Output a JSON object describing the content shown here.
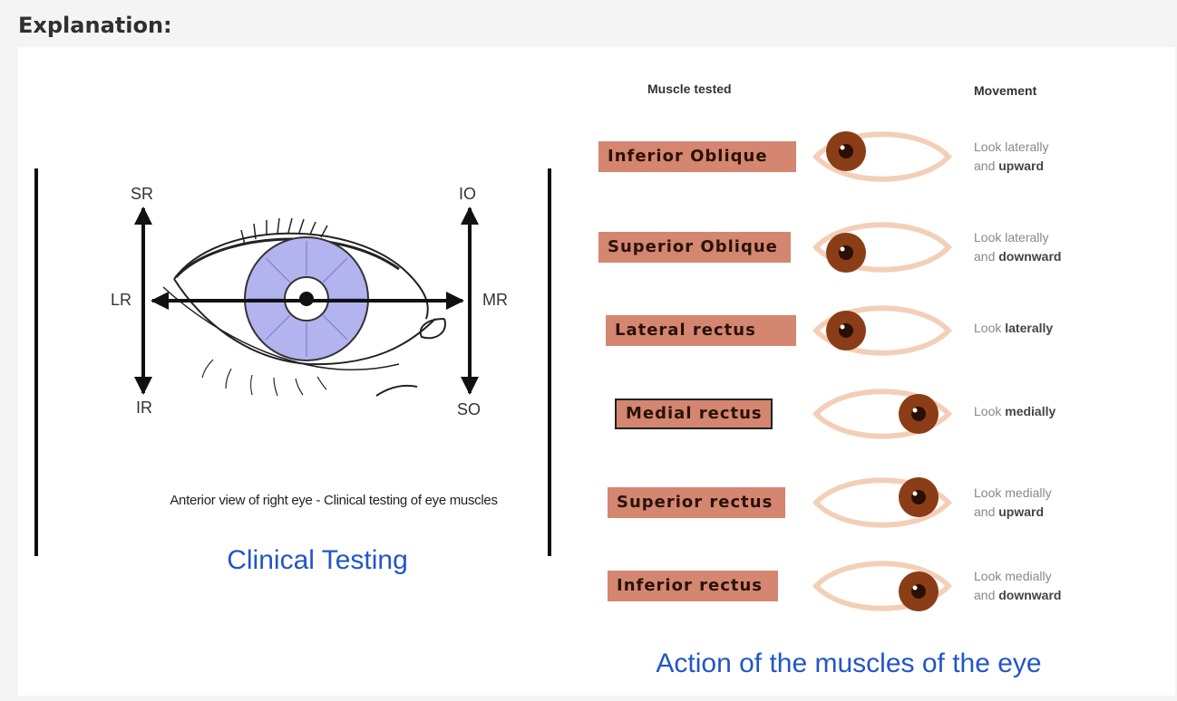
{
  "heading": "Explanation:",
  "clinical": {
    "labels": {
      "sr": "SR",
      "io": "IO",
      "lr": "LR",
      "mr": "MR",
      "ir": "IR",
      "so": "SO"
    },
    "caption": "Anterior view of right eye - Clinical testing of eye muscles",
    "title": "Clinical Testing"
  },
  "actions": {
    "col_muscle": "Muscle tested",
    "col_movement": "Movement",
    "rows": [
      {
        "muscle": "Inferior  Oblique",
        "move_line1": "Look laterally",
        "move_prefix": "and ",
        "move_bold": "upward",
        "gaze": "up-lateral"
      },
      {
        "muscle": "Superior Oblique",
        "move_line1": "Look laterally",
        "move_prefix": "and ",
        "move_bold": "downward",
        "gaze": "down-lateral"
      },
      {
        "muscle": "Lateral  rectus",
        "move_line1": "",
        "move_prefix": "Look ",
        "move_bold": "laterally",
        "gaze": "lateral"
      },
      {
        "muscle": "Medial rectus",
        "move_line1": "",
        "move_prefix": "Look ",
        "move_bold": "medially",
        "gaze": "medial"
      },
      {
        "muscle": "Superior rectus",
        "move_line1": "Look medially",
        "move_prefix": "and ",
        "move_bold": "upward",
        "gaze": "up-medial"
      },
      {
        "muscle": "Inferior rectus",
        "move_line1": "Look medially",
        "move_prefix": "and ",
        "move_bold": "downward",
        "gaze": "down-medial"
      }
    ],
    "title": "Action of the muscles of the eye"
  },
  "colors": {
    "iris_clinical": "#b3b3ef",
    "muscle_box": "#d48670",
    "iris_brown": "#8a3d16",
    "title_blue": "#2255c8"
  }
}
